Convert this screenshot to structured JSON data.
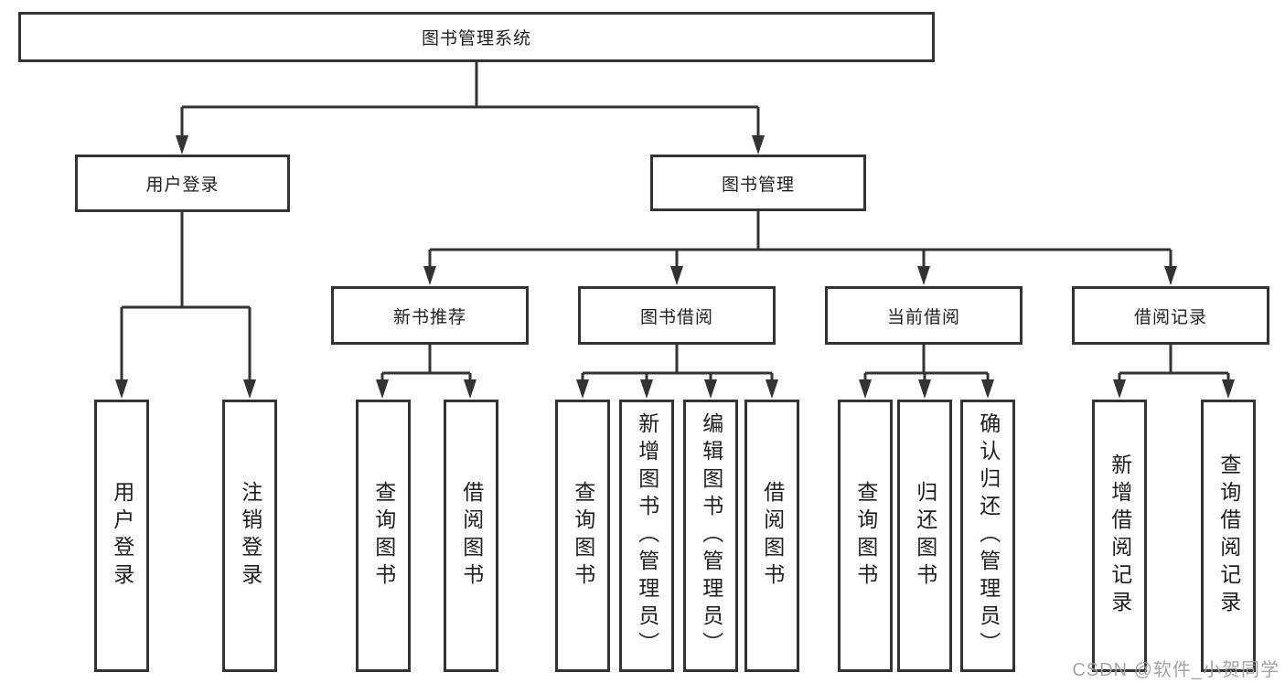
{
  "diagram": {
    "title": "图书管理系统",
    "branches": [
      {
        "label": "用户登录",
        "children": [
          "用户登录",
          "注销登录"
        ]
      },
      {
        "label": "图书管理",
        "groups": [
          {
            "label": "新书推荐",
            "children": [
              "查询图书",
              "借阅图书"
            ]
          },
          {
            "label": "图书借阅",
            "children": [
              "查询图书",
              "新增图书（管理员）",
              "编辑图书（管理员）",
              "借阅图书"
            ]
          },
          {
            "label": "当前借阅",
            "children": [
              "查询图书",
              "归还图书",
              "确认归还（管理员）"
            ]
          },
          {
            "label": "借阅记录",
            "children": [
              "新增借阅记录",
              "查询借阅记录"
            ]
          }
        ]
      }
    ]
  },
  "watermark": "CSDN @软件_小贺同学",
  "colors": {
    "line": "#333333",
    "text": "#1e1e1e",
    "watermark": "#9e9ea4",
    "background": "#ffffff"
  }
}
